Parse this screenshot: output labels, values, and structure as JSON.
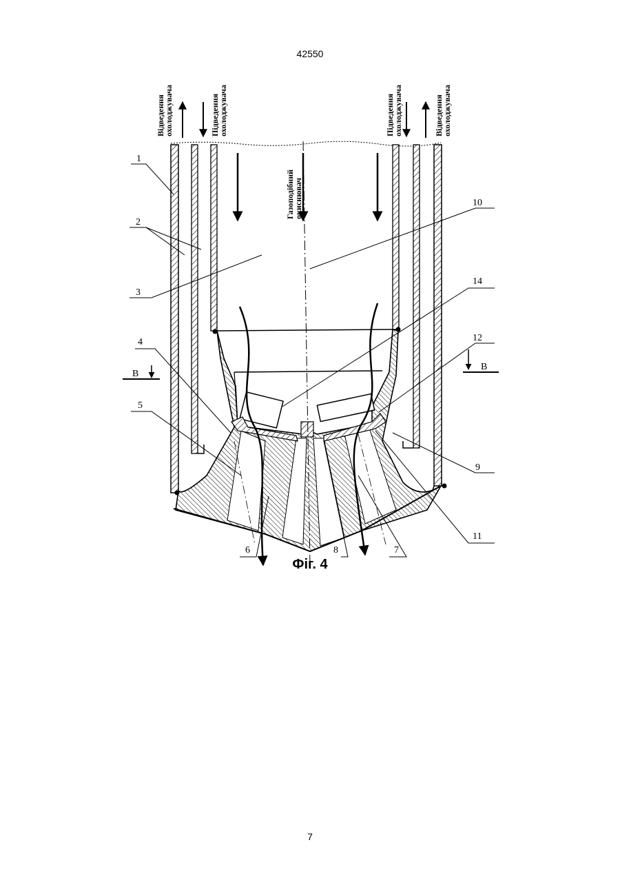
{
  "header": {
    "doc_number": "42550"
  },
  "footer": {
    "page_number": "7"
  },
  "figure": {
    "caption": "Фіг. 4",
    "flow_labels": {
      "outlet_left": [
        "Відведення",
        "охолоджувача"
      ],
      "inlet_left": [
        "Підведення",
        "охолоджувача"
      ],
      "inlet_right": [
        "Підведення",
        "охолоджувача"
      ],
      "outlet_right": [
        "Відведення",
        "охолоджувача"
      ],
      "oxidizer": [
        "Газоподібний",
        "окиснювач"
      ]
    },
    "section_marks": {
      "left": "B",
      "right": "B"
    },
    "callouts": [
      "1",
      "2",
      "3",
      "4",
      "5",
      "6",
      "7",
      "8",
      "9",
      "10",
      "11",
      "12",
      "14"
    ]
  }
}
